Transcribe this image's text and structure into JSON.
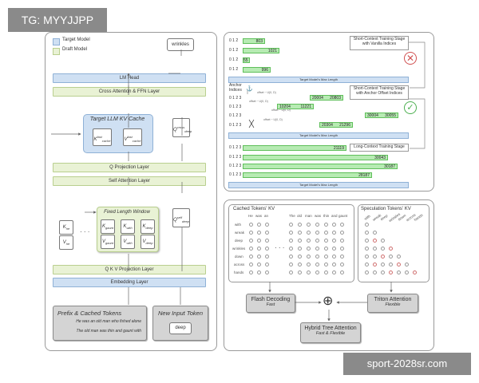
{
  "tag": "TG: MYYJJPP",
  "watermark": "sport-2028sr.com",
  "left": {
    "legend_target": "Target Model",
    "legend_draft": "Draft Model",
    "output_word": "wrinkles",
    "lm_head": "LM Head",
    "cross_attn": "Cross Attention & FFN Layer",
    "target_kv_cache": "Target LLM KV Cache",
    "k_last": "K",
    "k_last_sup": "last",
    "k_last_sub": "cache",
    "v_last": "V",
    "v_last_sup": "last",
    "v_last_sub": "cache",
    "q_cross": "Q",
    "q_cross_sup": "cross",
    "q_cross_sub": "deep",
    "q_proj": "Q Projection Layer",
    "self_attn": "Self Attention Layer",
    "fixed_window": "Fixed Length Window",
    "k_he": "K",
    "k_he_sub": "he",
    "v_he": "V",
    "v_he_sub": "he",
    "k_gaunt": "K",
    "k_gaunt_sub": "gaunt",
    "k_with": "K",
    "k_with_sub": "with",
    "k_deep": "K",
    "k_deep_sub": "deep",
    "v_gaunt": "V",
    "v_gaunt_sub": "gaunt",
    "v_with": "V",
    "v_with_sub": "with",
    "v_deep": "V",
    "v_deep_sub": "deep",
    "q_self": "Q",
    "q_self_sup": "self",
    "q_self_sub": "deep",
    "ellipsis": "· · ·",
    "qkv_proj": "Q K V Projection Layer",
    "embedding": "Embedding Layer",
    "prefix_title": "Prefix & Cached Tokens",
    "prefix_line1": "He was an old man who fished alone",
    "prefix_line2": "The old man was thin and gaunt with",
    "new_input_title": "New Input Token",
    "new_input_token": "deep"
  },
  "top_right": {
    "short_vanilla": "Short-Context Training Stage\nwith Vanilla Indices",
    "short_anchor": "Short-Context Training Stage\nwith Anchor Offset Indices",
    "long_stage": "Long-Context Training Stage",
    "max_len": "Target Model's Max Length",
    "anchor_indices": "Anchor\nIndices",
    "offset": "offset ~ U(0, D)",
    "stage1": [
      {
        "prefix": "0 1 2",
        "end": "803"
      },
      {
        "prefix": "0 1 2",
        "end": "1021"
      },
      {
        "prefix": "0 1 2",
        "end": "55"
      },
      {
        "prefix": "0 1 2",
        "end": "996"
      }
    ],
    "stage2": [
      {
        "prefix": "0 1 2 3",
        "start": "20004",
        "end": "20803"
      },
      {
        "prefix": "0 1 2 3",
        "start": "10204",
        "end": "11221"
      },
      {
        "prefix": "0 1 2 3",
        "start": "30004",
        "end": "30055"
      },
      {
        "prefix": "0 1 2 3",
        "start": "20304",
        "end": "21296"
      }
    ],
    "stage3": [
      {
        "prefix": "0 1 2 3",
        "end": "21119"
      },
      {
        "prefix": "0 1 2 3",
        "end": "30043"
      },
      {
        "prefix": "0 1 2 3",
        "end": "30187"
      },
      {
        "prefix": "0 1 2 3",
        "end": "28187"
      }
    ]
  },
  "bottom_right": {
    "cached_title": "Cached Tokens' KV",
    "spec_title": "Speculation Tokens' KV",
    "cached_cols": [
      "He",
      "was",
      "an",
      "",
      "The",
      "old",
      "man",
      "was",
      "thin",
      "and",
      "gaunt"
    ],
    "rows": [
      "with",
      "wreak",
      "deep",
      "wrinkles",
      "down",
      "across",
      "hands"
    ],
    "spec_cols": [
      "with",
      "wreak",
      "deep",
      "wrinkles",
      "down",
      "across",
      "hands"
    ],
    "flash_title": "Flash Decoding",
    "flash_sub": "Fast",
    "triton_title": "Triton Attention",
    "triton_sub": "Flexible",
    "hybrid_title": "Hybrid Tree Attention",
    "hybrid_sub": "Fast & Flexible",
    "oplus": "⊕"
  },
  "colors": {
    "target_blue": "#cfe0f3",
    "draft_green": "#e9f2d5",
    "seq_green": "#b7ebb3",
    "error_red": "#d05050",
    "ok_green": "#4caf50"
  }
}
